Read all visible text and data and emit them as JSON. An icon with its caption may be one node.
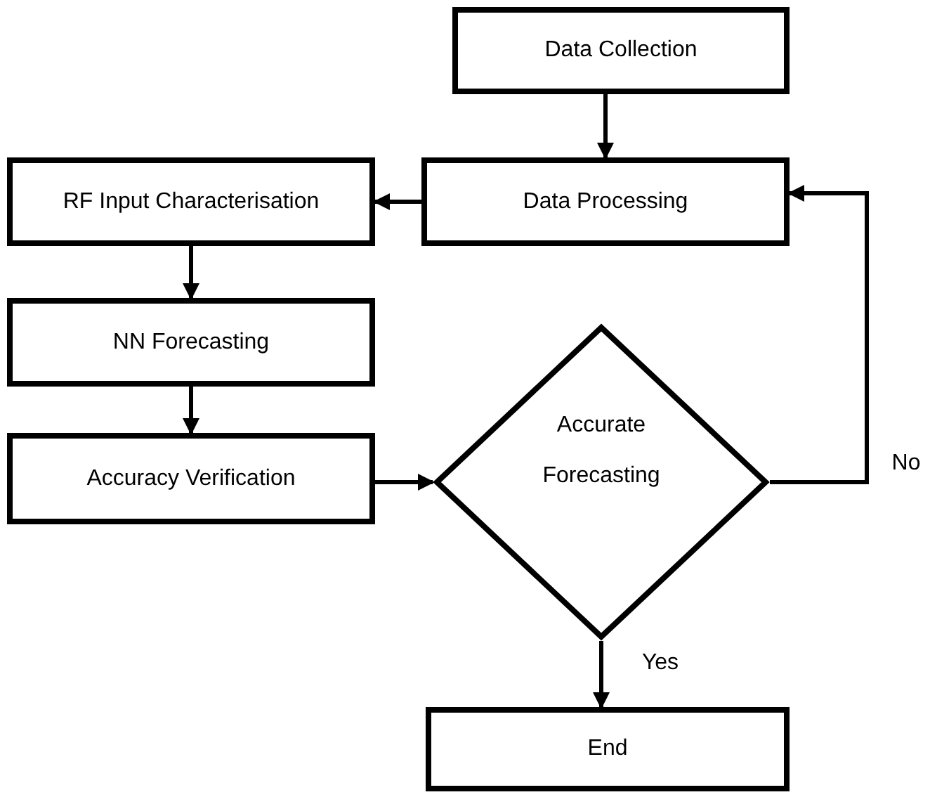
{
  "diagram": {
    "nodes": [
      {
        "text": [
          "Data Collection"
        ]
      },
      {
        "text": [
          "Data Processing"
        ]
      },
      {
        "text": [
          "RF Input Characterisation"
        ]
      },
      {
        "text": [
          "NN Forecasting"
        ]
      },
      {
        "text": [
          "Accuracy Verification"
        ]
      },
      {
        "text": [
          "Accurate Forecasting"
        ]
      },
      {
        "text": [
          "End"
        ]
      }
    ],
    "edges": [
      {
        "from": 0,
        "to": 1,
        "arrow": "to"
      },
      {
        "from": 1,
        "to": 2,
        "arrow": "to"
      },
      {
        "from": 2,
        "to": 3,
        "arrow": "to"
      },
      {
        "from": 3,
        "to": 4,
        "arrow": "to"
      },
      {
        "from": 4,
        "to": 5,
        "arrow": "to"
      },
      {
        "from": 5,
        "to": 1,
        "arrow": "to",
        "label": "No"
      },
      {
        "from": 5,
        "to": 6,
        "arrow": "to",
        "label": "Yes"
      }
    ]
  }
}
